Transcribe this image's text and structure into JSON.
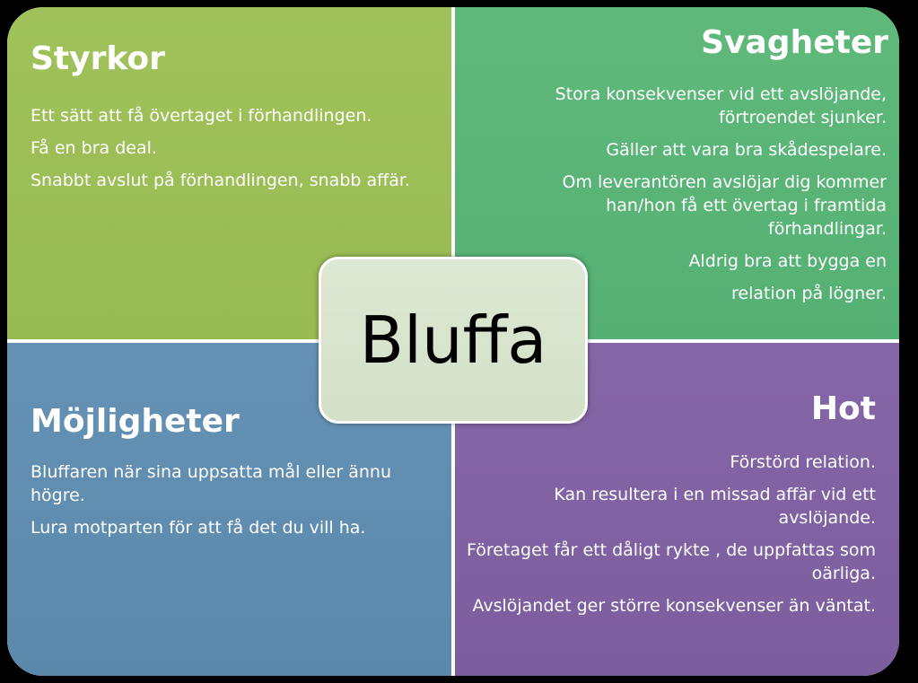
{
  "center": {
    "label": "Bluffa"
  },
  "quadrants": {
    "strengths": {
      "title": "Styrkor",
      "items": [
        "Ett sätt att få övertaget i förhandlingen.",
        "Få en bra deal.",
        "Snabbt avslut på förhandlingen, snabb affär."
      ]
    },
    "weaknesses": {
      "title": "Svagheter",
      "items": [
        "Stora konsekvenser vid ett avslöjande, förtroendet sjunker.",
        "Gäller att vara bra skådespelare.",
        "Om leverantören avslöjar dig kommer han/hon få ett övertag i framtida förhandlingar.",
        "Aldrig bra att bygga en",
        "relation på lögner."
      ]
    },
    "opportunities": {
      "title": "Möjligheter",
      "items": [
        "Bluffaren när sina uppsatta mål eller ännu högre.",
        "Lura motparten för att få det du vill ha."
      ]
    },
    "threats": {
      "title": "Hot",
      "items": [
        "Förstörd relation.",
        "Kan resultera i en missad affär vid ett avslöjande.",
        "Företaget får ett dåligt rykte , de uppfattas som oärliga.",
        "Avslöjandet ger större konsekvenser än väntat."
      ]
    }
  },
  "colors": {
    "strengths": "#9dbe57",
    "weaknesses": "#5ab577",
    "opportunities": "#608eb0",
    "threats": "#8062a3",
    "center": "#d8e4cd"
  }
}
